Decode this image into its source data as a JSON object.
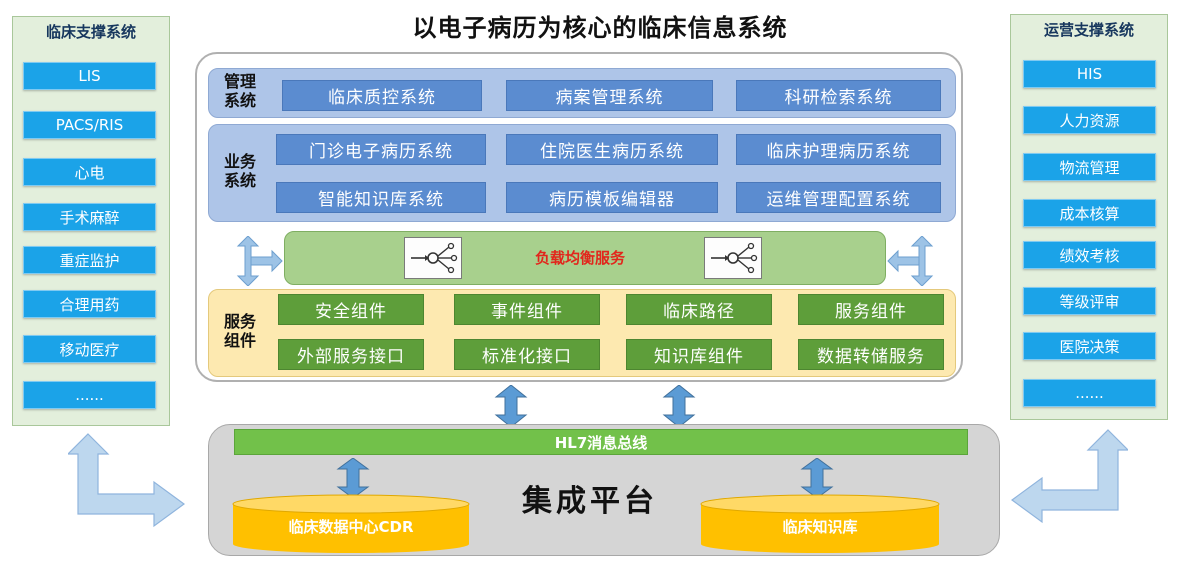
{
  "title": "以电子病历为核心的临床信息系统",
  "left_panel": {
    "title": "临床支撑系统",
    "items": [
      "LIS",
      "PACS/RIS",
      "心电",
      "手术麻醉",
      "重症监护",
      "合理用药",
      "移动医疗",
      "......"
    ]
  },
  "right_panel": {
    "title": "运营支撑系统",
    "items": [
      "HIS",
      "人力资源",
      "物流管理",
      "成本核算",
      "绩效考核",
      "等级评审",
      "医院决策",
      "......"
    ]
  },
  "management": {
    "label": "管理系统",
    "items": [
      "临床质控系统",
      "病案管理系统",
      "科研检索系统"
    ]
  },
  "business": {
    "label": "业务系统",
    "items": [
      "门诊电子病历系统",
      "住院医生病历系统",
      "临床护理病历系统",
      "智能知识库系统",
      "病历模板编辑器",
      "运维管理配置系统"
    ]
  },
  "load_balancer": {
    "label": "负载均衡服务"
  },
  "services": {
    "label": "服务组件",
    "items": [
      "安全组件",
      "事件组件",
      "临床路径",
      "服务组件",
      "外部服务接口",
      "标准化接口",
      "知识库组件",
      "数据转储服务"
    ]
  },
  "integration": {
    "bus_label": "HL7消息总线",
    "title": "集成平台",
    "databases": [
      "临床数据中心CDR",
      "临床知识库"
    ]
  },
  "colors": {
    "arrow_fill": "#9dc3e6",
    "arrow_stroke": "#6d9fcf",
    "cylinder": "#ffc000",
    "cylinder_top": "#ffd966"
  }
}
